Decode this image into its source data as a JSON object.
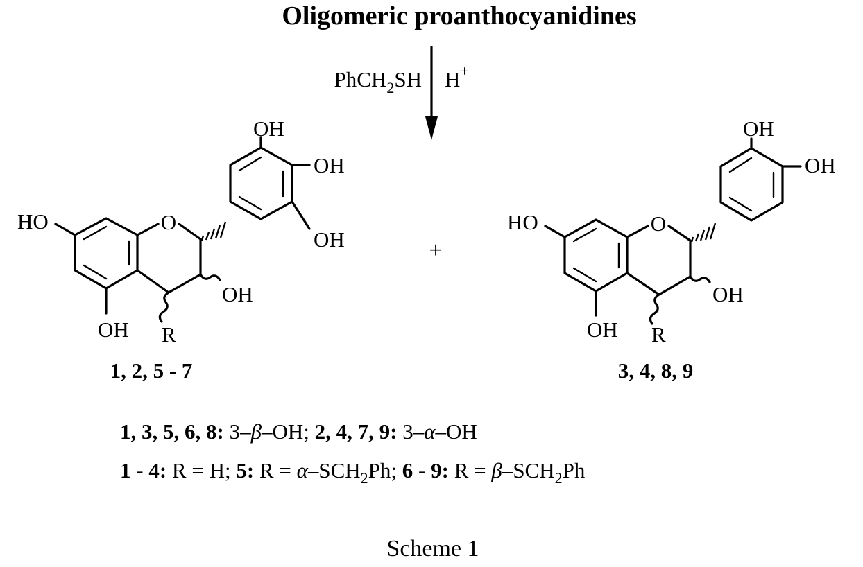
{
  "title": "Oligomeric proanthocyanidines",
  "reagent_left": {
    "main": "PhCH",
    "sub": "2",
    "tail": "SH"
  },
  "reagent_right": {
    "main": "H",
    "sup": "+"
  },
  "plus": "+",
  "compound_left": {
    "id": "1, 2, 5 - 7",
    "atoms": {
      "oh_top": "OH",
      "oh_mid": "OH",
      "oh_low": "OH",
      "ho_a": "HO",
      "ring_o": "O",
      "oh_c3": "OH",
      "oh_c5": "OH",
      "r": "R"
    }
  },
  "compound_right": {
    "id": "3, 4, 8, 9",
    "atoms": {
      "oh_top": "OH",
      "oh_mid": "OH",
      "ho_a": "HO",
      "ring_o": "O",
      "oh_c3": "OH",
      "oh_c5": "OH",
      "r": "R"
    }
  },
  "legend_line1": {
    "a_bold": "1, 3, 5, 6, 8:",
    "a_pre": " 3–",
    "a_greek": "β",
    "a_post": "–OH; ",
    "b_bold": "2, 4, 7, 9:",
    "b_pre": " 3–",
    "b_greek": "α",
    "b_post": "–OH"
  },
  "legend_line2": {
    "a_bold": "1 - 4:",
    "a_text": " R = H; ",
    "b_bold": "5:",
    "b_pre": " R = ",
    "b_greek": "α",
    "b_mid": "–SCH",
    "b_sub": "2",
    "b_post": "Ph; ",
    "c_bold": "6 - 9:",
    "c_pre": " R = ",
    "c_greek": "β",
    "c_mid": "–SCH",
    "c_sub": "2",
    "c_post": "Ph"
  },
  "caption": "Scheme 1"
}
